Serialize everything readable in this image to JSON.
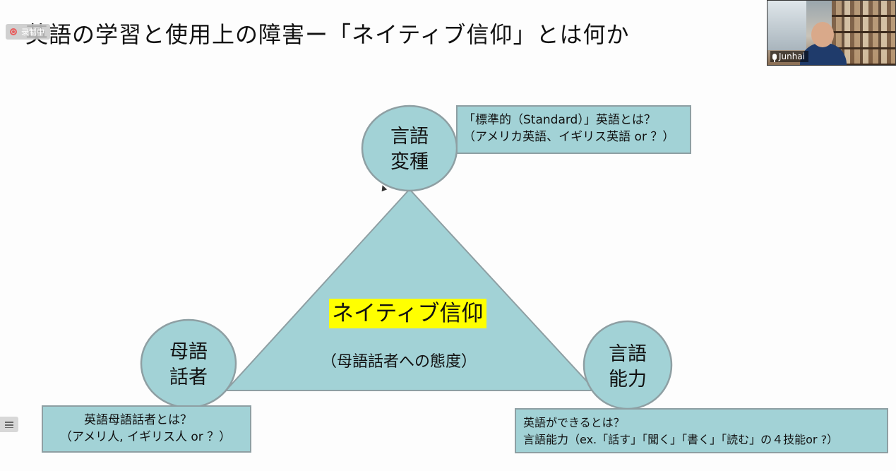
{
  "slide": {
    "title": "英語の学習と使用上の障害ー「ネイティブ信仰」とは何か"
  },
  "recording": {
    "label": "录制中"
  },
  "video": {
    "participant_name": "Junhai"
  },
  "diagram": {
    "center": {
      "label": "ネイティブ信仰",
      "sub_label": "（母語話者への態度）"
    },
    "nodes": {
      "top": {
        "line1": "言語",
        "line2": "変種"
      },
      "left": {
        "line1": "母語",
        "line2": "話者"
      },
      "right": {
        "line1": "言語",
        "line2": "能力"
      }
    },
    "callouts": {
      "top": {
        "line1": "「標準的（Standard）」英語とは？",
        "line2": "（アメリカ英語、イギリス英語 or ？）"
      },
      "left": {
        "line1": "英語母語話者とは？",
        "line2": "（アメリ人, イギリス人 or ？）"
      },
      "right": {
        "line1": "英語ができるとは？",
        "line2": "言語能力（ex.「話す」「聞く」「書く」「読む」の４技能or ?）"
      }
    }
  },
  "colors": {
    "shape_fill": "#a2d2d6",
    "shape_stroke": "#8e9fa3",
    "highlight": "#ffff00"
  }
}
